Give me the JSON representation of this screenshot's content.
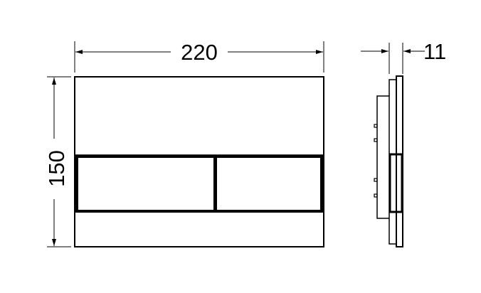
{
  "dimensions": {
    "width_label": "220",
    "height_label": "150",
    "depth_label": "11"
  },
  "colors": {
    "line": "#000000",
    "background": "#ffffff"
  }
}
